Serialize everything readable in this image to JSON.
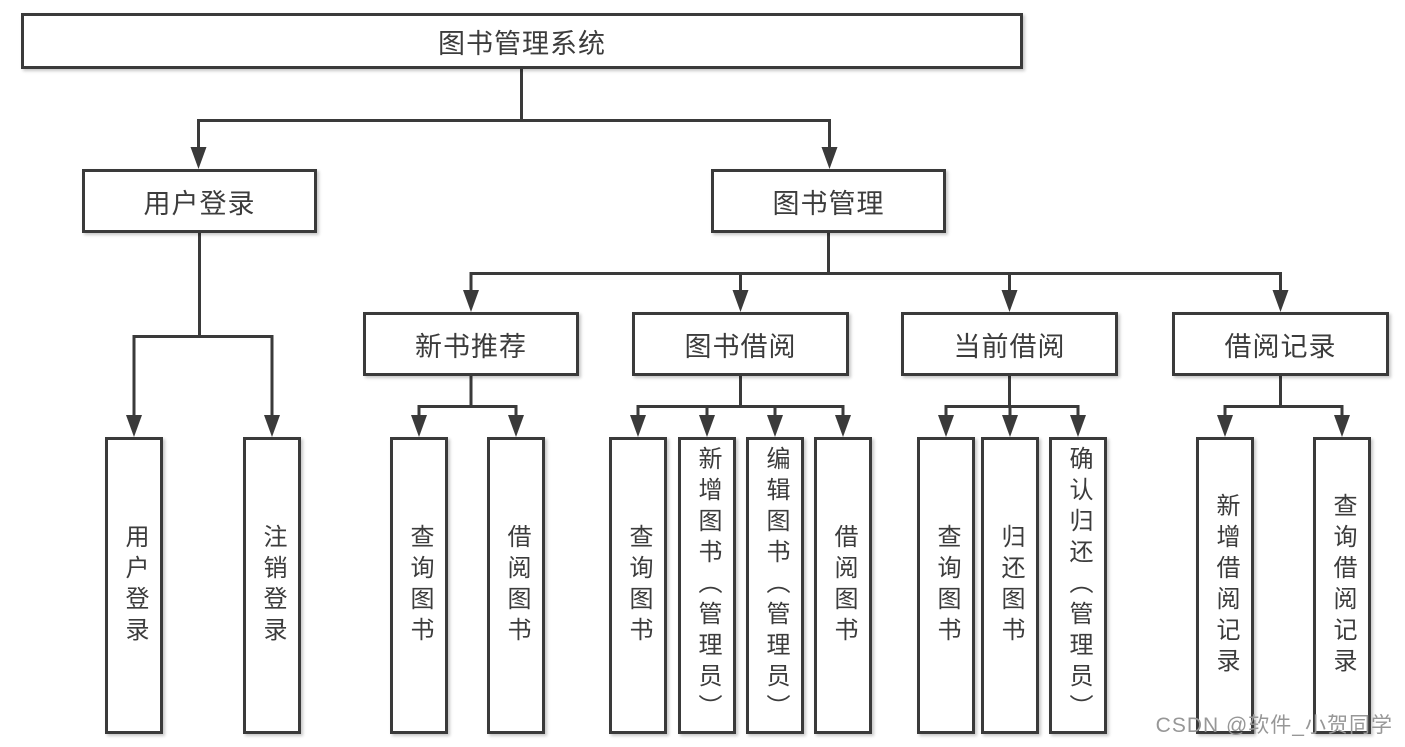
{
  "diagram": {
    "root": {
      "label": "图书管理系统"
    },
    "branches": {
      "user_login": {
        "label": "用户登录",
        "children": [
          {
            "label": "用户登录"
          },
          {
            "label": "注销登录"
          }
        ]
      },
      "book_management": {
        "label": "图书管理",
        "children": [
          {
            "label": "新书推荐",
            "children": [
              {
                "label": "查询图书"
              },
              {
                "label": "借阅图书"
              }
            ]
          },
          {
            "label": "图书借阅",
            "children": [
              {
                "label": "查询图书"
              },
              {
                "label": "新增图书（管理员）"
              },
              {
                "label": "编辑图书（管理员）"
              },
              {
                "label": "借阅图书"
              }
            ]
          },
          {
            "label": "当前借阅",
            "children": [
              {
                "label": "查询图书"
              },
              {
                "label": "归还图书"
              },
              {
                "label": "确认归还（管理员）"
              }
            ]
          },
          {
            "label": "借阅记录",
            "children": [
              {
                "label": "新增借阅记录"
              },
              {
                "label": "查询借阅记录"
              }
            ]
          }
        ]
      }
    },
    "colors": {
      "line": "#3a3a3a",
      "text": "#3c3c3c",
      "background": "#ffffff",
      "watermark": "#979797"
    }
  },
  "watermark": {
    "text": "CSDN @软件_小贺同学"
  }
}
